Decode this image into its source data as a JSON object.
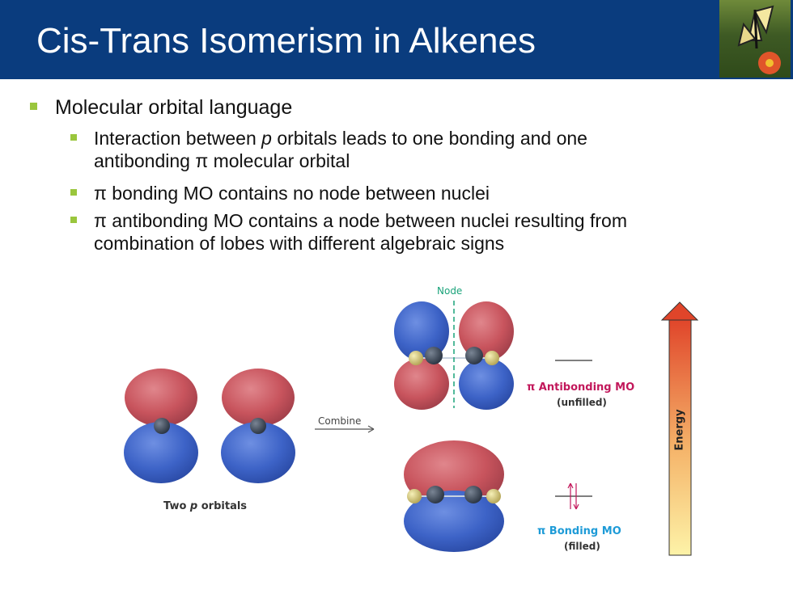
{
  "slide": {
    "title": "Cis-Trans Isomerism in Alkenes",
    "bullets": {
      "level1": "Molecular orbital language",
      "b1_line1_pre": "Interaction between ",
      "b1_line1_italic": "p",
      "b1_line1_post": " orbitals leads to one bonding and one",
      "b1_line2": "antibonding π molecular orbital",
      "b2": "π bonding MO contains no node between nuclei",
      "b3_line1": "π antibonding MO contains a node between nuclei resulting from",
      "b3_line2": "combination of lobes with different algebraic signs"
    }
  },
  "figure": {
    "node_label": "Node",
    "combine_label": "Combine",
    "two_p_pre": "Two ",
    "two_p_italic": "p",
    "two_p_post": " orbitals",
    "antibonding_title": "π Antibonding MO",
    "antibonding_sub": "(unfilled)",
    "bonding_title": "π Bonding MO",
    "bonding_sub": "(filled)",
    "energy_label": "Energy"
  },
  "colors": {
    "header": "#0a3c7e",
    "bullet": "#9ac63d",
    "node": "#1aa37a",
    "antibonding": "#c2185b",
    "bonding": "#1e9bd7",
    "lobe_red": "#c8545d",
    "lobe_blue": "#3d63c7"
  }
}
